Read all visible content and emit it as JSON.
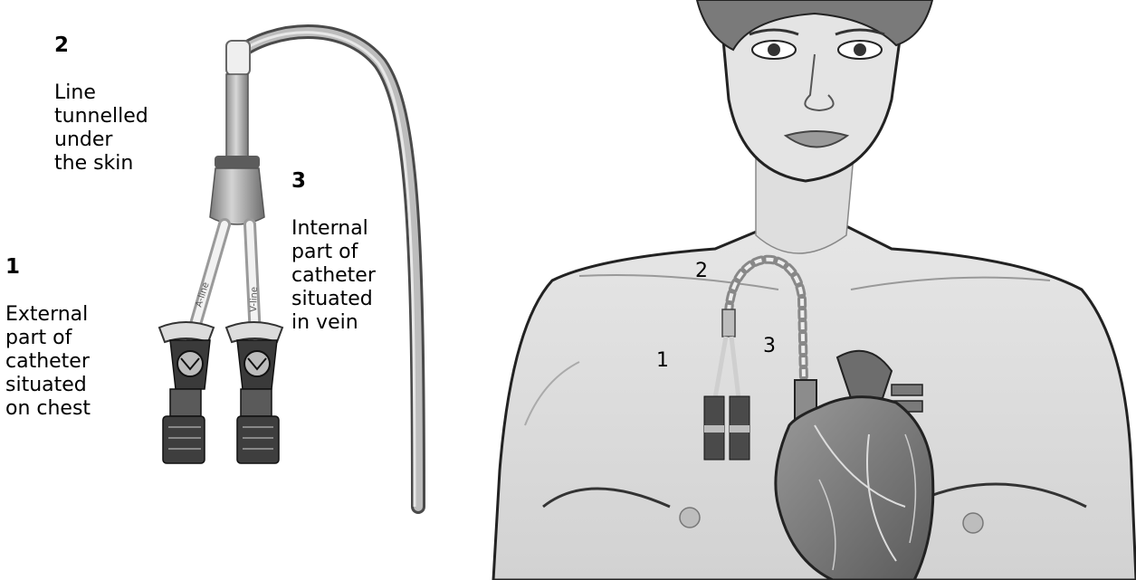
{
  "callouts": [
    {
      "number": "1",
      "text": "External\npart of\ncatheter\nsituated\non chest"
    },
    {
      "number": "2",
      "text": "Line\ntunnelled\nunder\nthe skin"
    },
    {
      "number": "3",
      "text": "Internal\npart of\ncatheter\nsituated\nin vein"
    }
  ],
  "body_labels": [
    "1",
    "2",
    "3"
  ],
  "lumen_labels": [
    "A-line",
    "V-line"
  ]
}
